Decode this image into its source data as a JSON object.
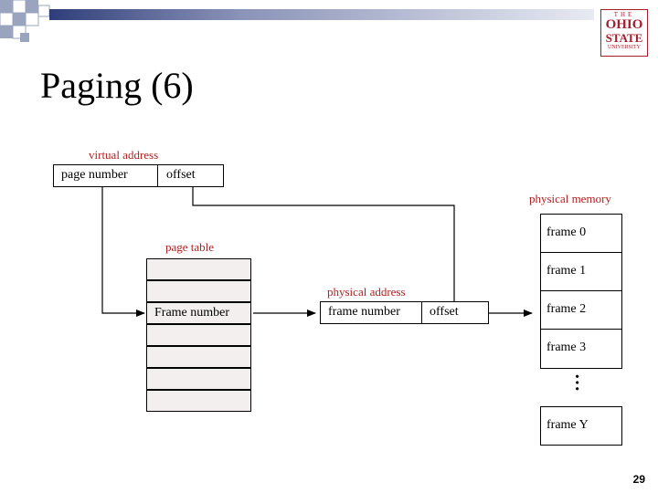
{
  "slide": {
    "title": "Paging (6)",
    "page_number": "29"
  },
  "logo": {
    "line1": "THE",
    "line2": "OHIO",
    "line3": "STATE",
    "line4": "UNIVERSITY",
    "color": "#a61e2b"
  },
  "virtual_address": {
    "label": "virtual address",
    "page_number": "page number",
    "offset": "offset"
  },
  "page_table": {
    "label": "page table",
    "entry": "Frame number"
  },
  "physical_address": {
    "label": "physical address",
    "frame_number": "frame number",
    "offset": "offset"
  },
  "physical_memory": {
    "label": "physical memory",
    "frames": [
      "frame 0",
      "frame 1",
      "frame 2",
      "frame 3",
      "frame Y"
    ],
    "ellipsis": "…"
  },
  "colors": {
    "label_red": "#b22222",
    "accent_green": "#6b8e23",
    "table_fill": "#f3efef"
  }
}
